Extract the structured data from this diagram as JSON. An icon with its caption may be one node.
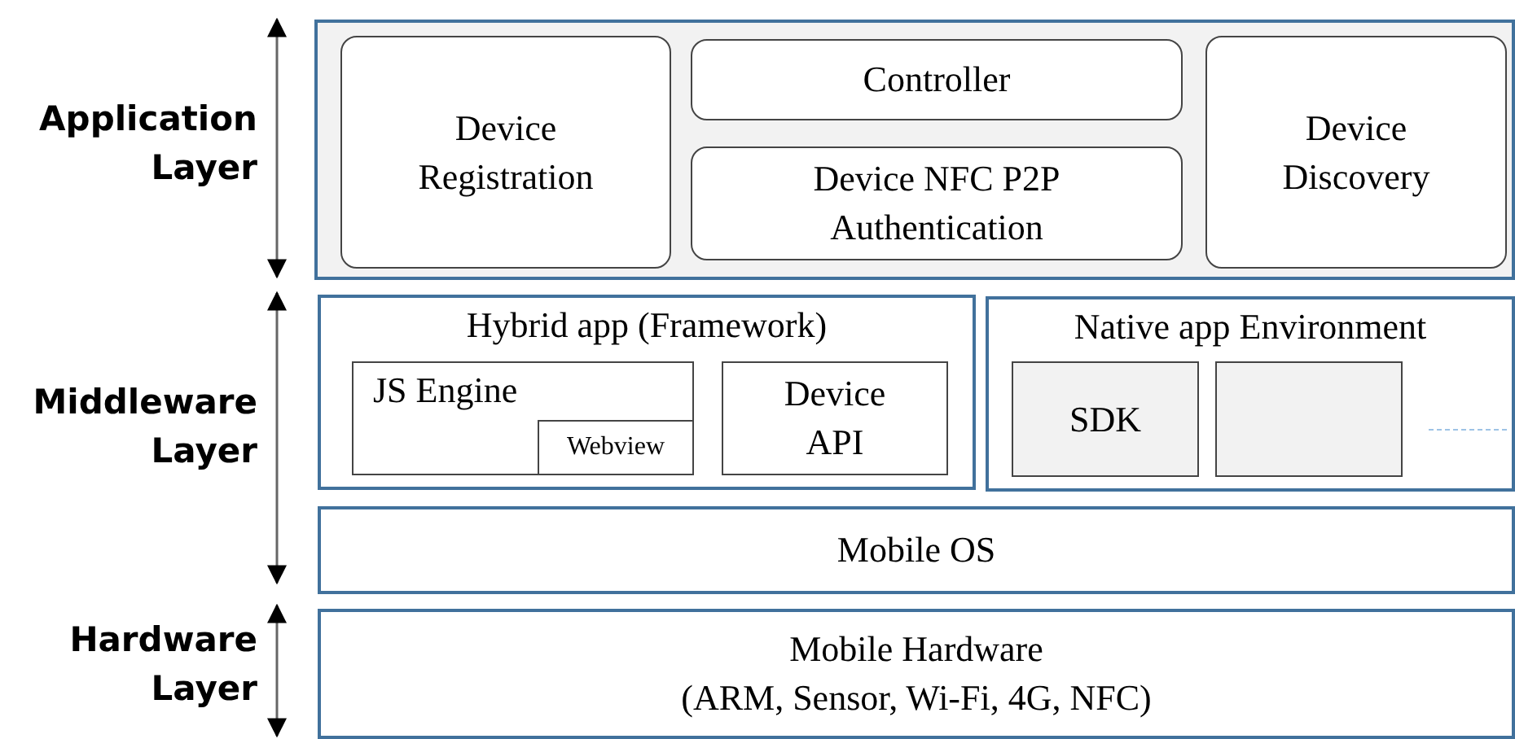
{
  "diagram": {
    "nodes": [
      {
        "text": [],
        "shape": "box"
      },
      {
        "text": [
          "Device Registration"
        ],
        "in": 0
      },
      {
        "text": [
          "Controller"
        ],
        "in": 0
      },
      {
        "text": [
          "Device NFC P2P Authentication"
        ],
        "in": 0
      },
      {
        "text": [
          "Device Discovery"
        ],
        "in": 0
      },
      {
        "text": [
          "Hybrid app (Framework)"
        ]
      },
      {
        "text": [
          "JS Engine"
        ],
        "in": 5
      },
      {
        "text": [
          "Webview"
        ],
        "in": 6
      },
      {
        "text": [
          "Device API"
        ],
        "in": 5
      },
      {
        "text": [
          "Native app Environment"
        ]
      },
      {
        "text": [
          "SDK"
        ],
        "in": 9
      },
      {
        "text": [],
        "shape": "box",
        "in": 9
      },
      {
        "text": [
          "Mobile OS"
        ]
      },
      {
        "text": [
          "Mobile Hardware",
          "(ARM, Sensor, Wi-Fi, 4G, NFC)"
        ]
      }
    ],
    "edges": [],
    "labels": [
      "Application Layer",
      "Middleware Layer",
      "Hardware Layer"
    ]
  }
}
